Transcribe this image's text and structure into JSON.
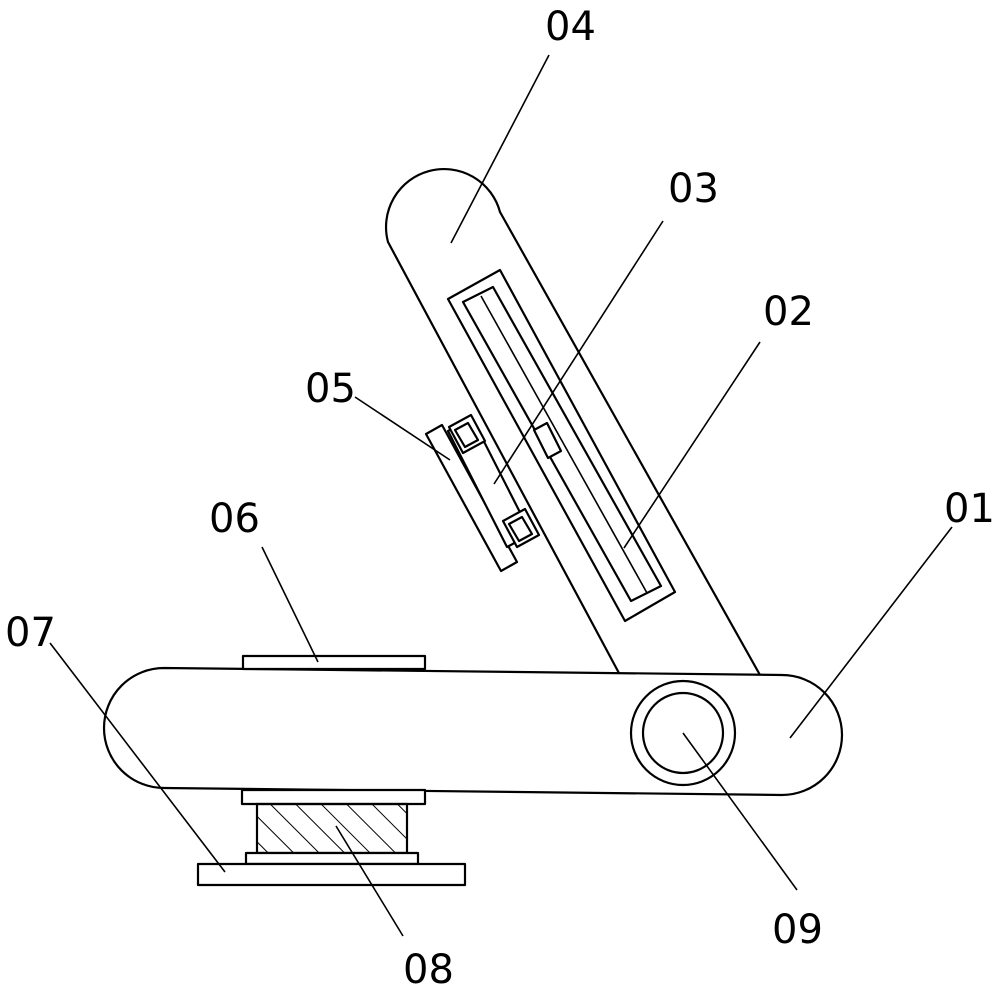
{
  "figure": {
    "labels": {
      "l01": "01",
      "l02": "02",
      "l03": "03",
      "l04": "04",
      "l05": "05",
      "l06": "06",
      "l07": "07",
      "l08": "08",
      "l09": "09"
    }
  }
}
